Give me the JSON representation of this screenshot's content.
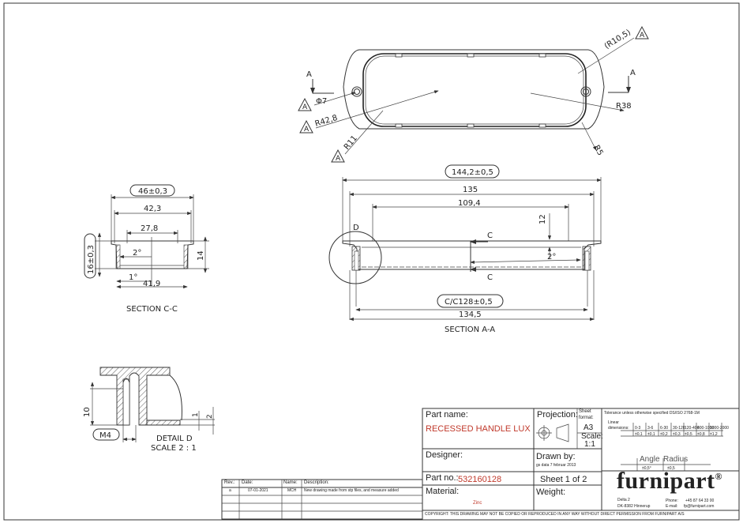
{
  "drawing": {
    "top_view": {
      "section_marker": "A",
      "callouts": [
        "Φ7",
        "R42,8",
        "R11",
        "(R10,5)",
        "R38",
        "R5"
      ],
      "datum": "A"
    },
    "section_aa": {
      "title": "SECTION A-A",
      "dims": {
        "overall": "144,2±0,5",
        "d135": "135",
        "d109": "109,4",
        "d12": "12",
        "angle": "2°",
        "cc": "C/C128±0,5",
        "d134": "134,5"
      },
      "detail_label": "D",
      "cut_label": "C"
    },
    "section_cc": {
      "title": "SECTION C-C",
      "dims": {
        "overall": "46±0,3",
        "d42": "42,3",
        "d27": "27,8",
        "height_total": "16±0,3",
        "height": "14",
        "angle2": "2°",
        "angle1": "1°",
        "d41": "41,9"
      }
    },
    "detail_d": {
      "title": "DETAIL D",
      "scale": "SCALE 2 : 1",
      "thread": "M4",
      "d10": "10",
      "d1": "1",
      "d2": "2"
    }
  },
  "revision_table": {
    "headers": [
      "Rev.:",
      "Date:",
      "Name:",
      "Description:"
    ],
    "rows": [
      [
        "a",
        "07-01-2021",
        "MCH",
        "New drawing made from stp files, and measure added"
      ],
      [
        "",
        "",
        "",
        ""
      ],
      [
        "",
        "",
        "",
        ""
      ],
      [
        "",
        "",
        "",
        ""
      ]
    ]
  },
  "title_block": {
    "part_name_label": "Part name:",
    "part_name": "RECESSED HANDLE LUX",
    "projection_label": "Projection:",
    "sheet_format_label": "Sheet format:",
    "sheet_format": "A3",
    "scale_label": "Scale:",
    "scale": "1:1",
    "designer_label": "Designer:",
    "drawn_by_label": "Drawn by:",
    "drawn_by": "gs data 7 februar 2013",
    "part_no_label": "Part no.:",
    "part_no": "532160128",
    "sheet": "Sheet 1 of 2",
    "material_label": "Material:",
    "material": "Zinc",
    "weight_label": "Weight:",
    "tolerance_note": "Tolerance unless otherwise specified DS/ISO 2768-1M",
    "linear_label": "Linear dimensions:",
    "tol_ranges": [
      "0-3",
      "3-6",
      "6-30",
      "30-120",
      "120-400",
      "400-1000",
      "1000-2000"
    ],
    "tol_values": [
      "±0,1",
      "±0,1",
      "±0,2",
      "±0,3",
      "±0,5",
      "±0,8",
      "±1,2"
    ],
    "angle_label": "Angle",
    "radius_label": "Radius",
    "angle_value": "±0,5°",
    "radius_value": "±0,5",
    "company": "furnipart",
    "registered": "®",
    "address1": "Delta 2",
    "address2": "DK-8382 Hinnerup",
    "phone_label": "Phone:",
    "phone": "+45 87 64 33 00",
    "email_label": "E-mail:",
    "email": "fp@furnipart.com",
    "copyright": "COPYRIGHT: THIS DRAWING MAY NOT BE COPIED OR REPRODUCED IN ANY WAY WITHOUT DIRECT PERMISSION FROM FURNIPART A/S"
  },
  "colors": {
    "accent_red": "#c0392b",
    "line": "#333333"
  }
}
